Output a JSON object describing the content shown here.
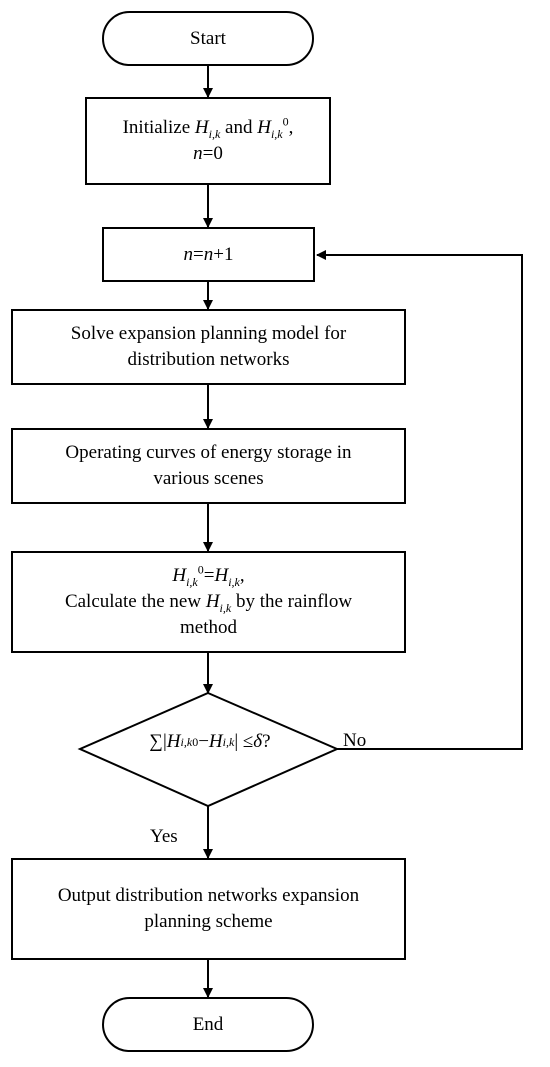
{
  "nodes": {
    "start": "Start",
    "init": {
      "prefix": "Initialize ",
      "var_a": "H",
      "sub_a": "i,k",
      "middle": " and ",
      "var_b": "H",
      "sub_b": "i,k",
      "sup_b": "0",
      "suffix": ",",
      "line2_var": "n",
      "line2_rest": "=0"
    },
    "increment": {
      "var1": "n",
      "eq": "=",
      "var2": "n",
      "rest": "+1"
    },
    "solve": {
      "line1": "Solve expansion planning model for",
      "line2": "distribution networks"
    },
    "curves": {
      "line1": "Operating curves of energy storage in",
      "line2": "various scenes"
    },
    "update": {
      "line1_var": "H",
      "line1_sub": "i,k",
      "line1_sup": "0",
      "line1_eq": "=",
      "line1_var2": "H",
      "line1_sub2": "i,k",
      "line1_end": ",",
      "line2_pre": "Calculate the new ",
      "line2_var": "H",
      "line2_sub": "i,k",
      "line2_post": " by the rainflow",
      "line3": "method"
    },
    "decision": {
      "sum": "∑|",
      "var1": "H",
      "sub1": "i,k",
      "sup1": "0",
      "minus": "−",
      "var2": "H",
      "sub2": "i,k",
      "bar": "| ≤ ",
      "delta": "δ",
      "q": "?"
    },
    "output": {
      "line1": "Output distribution networks expansion",
      "line2": "planning scheme"
    },
    "end": "End"
  },
  "labels": {
    "no": "No",
    "yes": "Yes"
  }
}
